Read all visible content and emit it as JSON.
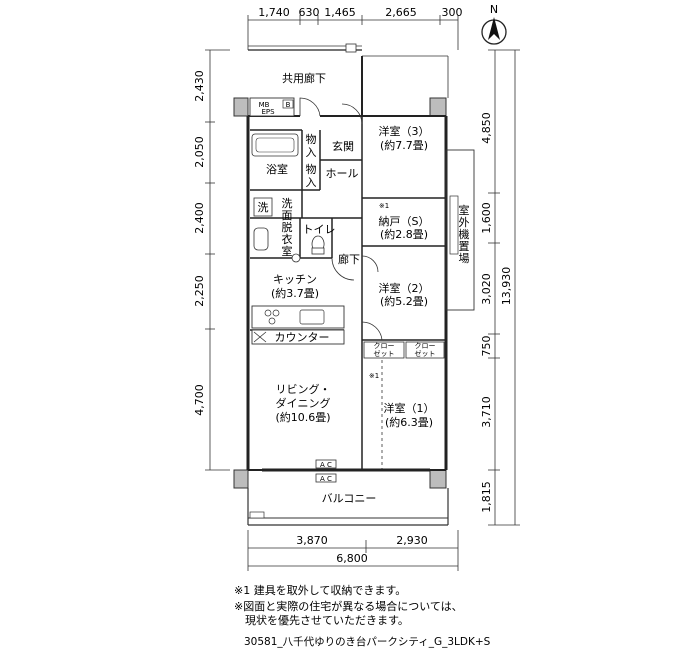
{
  "compass": {
    "north": "N"
  },
  "dimensions": {
    "top": [
      "1,740",
      "630",
      "1,465",
      "2,665",
      "300"
    ],
    "left": [
      "2,430",
      "2,050",
      "2,400",
      "2,250",
      "4,700"
    ],
    "right": [
      "4,850",
      "1,600",
      "3,020",
      "750",
      "3,710",
      "1,815"
    ],
    "right_total": "13,930",
    "bottom": [
      "3,870",
      "2,930"
    ],
    "bottom_total": "6,800"
  },
  "rooms": {
    "corridor": "共用廊下",
    "mb": "MB",
    "eps": "EPS",
    "b": "B",
    "bedroom3": [
      "洋室（3）",
      "(約7.7畳)"
    ],
    "storage1": [
      "物",
      "入"
    ],
    "storage2": [
      "物",
      "入"
    ],
    "entrance": "玄関",
    "hall": "ホール",
    "bath": "浴室",
    "wash": "洗",
    "dressing": [
      "洗",
      "面",
      "脱",
      "衣",
      "室"
    ],
    "toilet": "トイレ",
    "nando": [
      "納戸（S）",
      "(約2.8畳)"
    ],
    "outdoor_unit": [
      "室",
      "外",
      "機",
      "置",
      "場"
    ],
    "hallway": "廊下",
    "kitchen": [
      "キッチン",
      "(約3.7畳)"
    ],
    "counter": "カウンター",
    "bedroom2": [
      "洋室（2）",
      "(約5.2畳)"
    ],
    "closet1": [
      "クロー",
      "ゼット"
    ],
    "closet2": [
      "クロー",
      "ゼット"
    ],
    "living": [
      "リビング・",
      "ダイニング",
      "(約10.6畳)"
    ],
    "bedroom1": [
      "洋室（1）",
      "(約6.3畳)"
    ],
    "ac1": "A C",
    "ac2": "A C",
    "balcony": "バルコニー",
    "mark1": "※1",
    "mark2": "※1"
  },
  "notes": [
    "※1 建具を取外して収納できます。",
    "※図面と実際の住宅が異なる場合については、",
    "　現状を優先させていただきます。"
  ],
  "caption": "30581_八千代ゆりのき台パークシティ_G_3LDK+S"
}
